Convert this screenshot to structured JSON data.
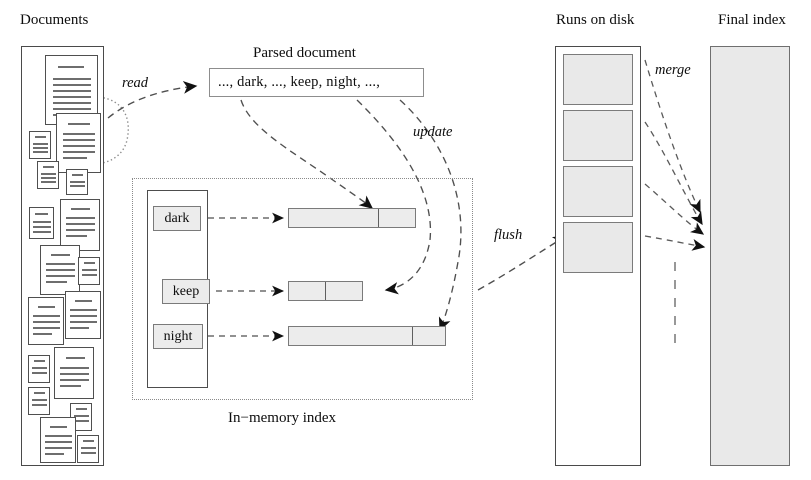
{
  "diagram": {
    "title": "Sort-based inverted index construction",
    "type": "flow-diagram",
    "background": "#ffffff",
    "palette": {
      "fill_gray": "#e9e9e9",
      "term_fill": "#ececec",
      "stroke": "#4a4a4a",
      "ink": "#0d0d0d",
      "doc_line": "#6e6e6e"
    }
  },
  "headings": {
    "documents": "Documents",
    "parsed_document": "Parsed document",
    "runs_on_disk": "Runs on disk",
    "final_index": "Final index",
    "in_memory_index": "In−memory index"
  },
  "edge_labels": {
    "read": "read",
    "update": "update",
    "flush": "flush",
    "merge": "merge"
  },
  "parsed_document": {
    "tokens": "...,  dark,  ...,  keep, night,  ...,"
  },
  "in_memory_index": {
    "terms": [
      {
        "label": "dark",
        "postings_length": 128,
        "tail_segment": 18
      },
      {
        "label": "keep",
        "postings_length": 75,
        "tail_segment": 18
      },
      {
        "label": "night",
        "postings_length": 158,
        "tail_segment": 16
      }
    ]
  },
  "runs_on_disk": {
    "count": 4,
    "ellipsis": "vertical-dashed"
  },
  "final_index": {
    "filled": true
  },
  "documents": {
    "count": 18,
    "lasso": "dotted-ellipse"
  }
}
